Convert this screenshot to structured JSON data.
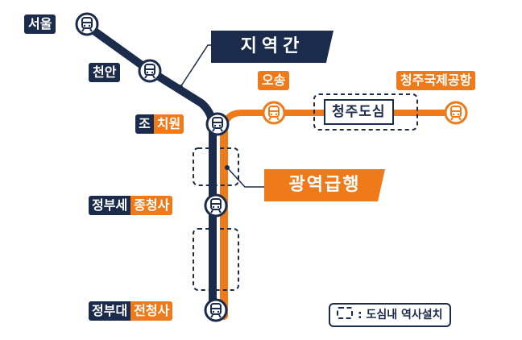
{
  "stations": {
    "seoul": "서울",
    "cheonan": "천안",
    "jochiwon_navy": "조",
    "jochiwon_orange": "치원",
    "osong": "오송",
    "cheongju_airport": "청주국제공항",
    "sejong_navy": "정부세",
    "sejong_orange": "종청사",
    "daejeon_navy": "정부대",
    "daejeon_orange": "전청사"
  },
  "cheongju_downtown": "청주도심",
  "regional_callout": "지역간",
  "express_callout": "광역급행",
  "legend": {
    "text": ": 도심내  역사설치"
  },
  "colors": {
    "regional": "#1b2b4b",
    "express": "#ef7a1a"
  },
  "icon": "train-icon"
}
